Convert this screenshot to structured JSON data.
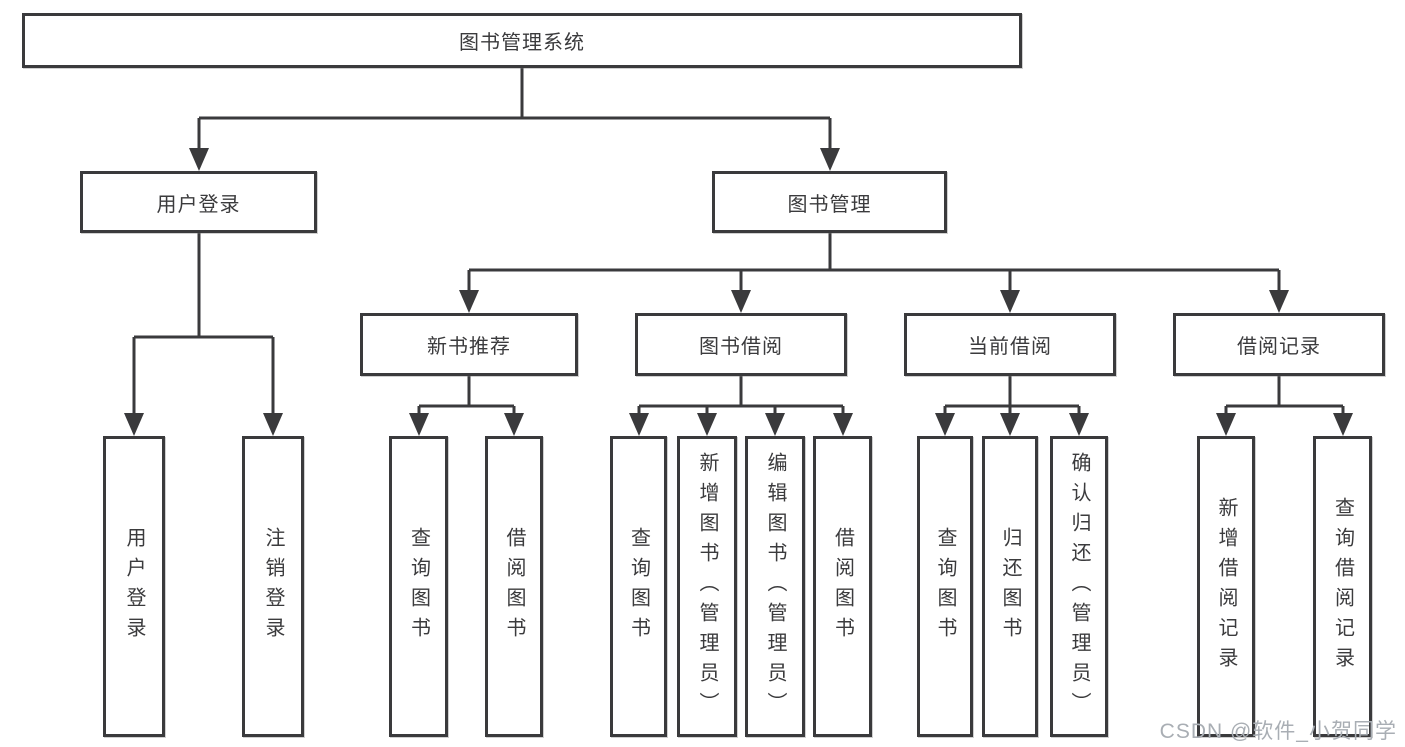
{
  "diagram": {
    "title": "图书管理系统",
    "level2": {
      "user_login": "用户登录",
      "book_management": "图书管理"
    },
    "level3": {
      "new_book_recommend": "新书推荐",
      "book_borrowing": "图书借阅",
      "current_borrowing": "当前借阅",
      "borrowing_records": "借阅记录"
    },
    "leaves": {
      "user_login": [
        "用户登录",
        "注销登录"
      ],
      "new_book_recommend": [
        "查询图书",
        "借阅图书"
      ],
      "book_borrowing": [
        "查询图书",
        "新增图书（管理员）",
        "编辑图书（管理员）",
        "借阅图书"
      ],
      "current_borrowing": [
        "查询图书",
        "归还图书",
        "确认归还（管理员）"
      ],
      "borrowing_records": [
        "新增借阅记录",
        "查询借阅记录"
      ]
    }
  },
  "watermark": {
    "text": "CSDN @软件_小贺同学"
  },
  "colors": {
    "line": "#3a3a3c",
    "text": "#3b3b3d",
    "background": "#ffffff",
    "watermark": "#a9aeb4"
  }
}
